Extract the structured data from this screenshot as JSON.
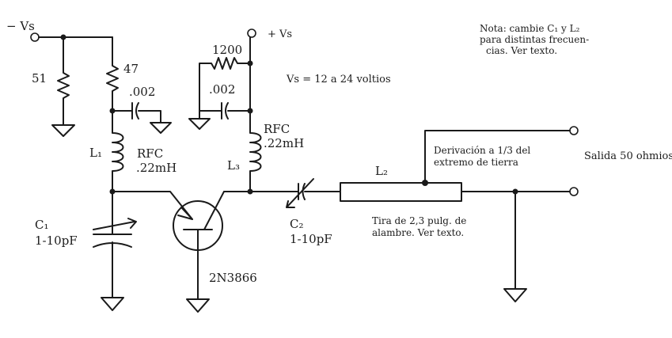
{
  "labels": {
    "vs_left": "− Vs",
    "vs_top": "+ Vs",
    "r_51": "51",
    "r_47": "47",
    "c_002_a": ".002",
    "r_1200": "1200",
    "c_002_b": ".002",
    "vs_range": "Vs = 12 a 24 voltios",
    "l1": "L₁",
    "rfc1_name": "RFC",
    "rfc1_value": ".22mH",
    "rfc3_name": "RFC",
    "rfc3_value": ".22mH",
    "l3": "L₃",
    "l2": "L₂",
    "c1_name": "C₁",
    "c1_value": "1-10pF",
    "c2_name": "C₂",
    "c2_value": "1-10pF",
    "transistor": "2N3866",
    "tap_line1": "Derivación a 1/3 del",
    "tap_line2": "extremo de tierra",
    "strip_line1": "Tira de 2,3 pulg. de",
    "strip_line2": "alambre. Ver texto.",
    "output": "Salida 50 ohmios",
    "note_line1": "Nota: cambie C₁ y L₂",
    "note_line2": "para distintas frecuen-",
    "note_line3": "cias. Ver texto."
  }
}
